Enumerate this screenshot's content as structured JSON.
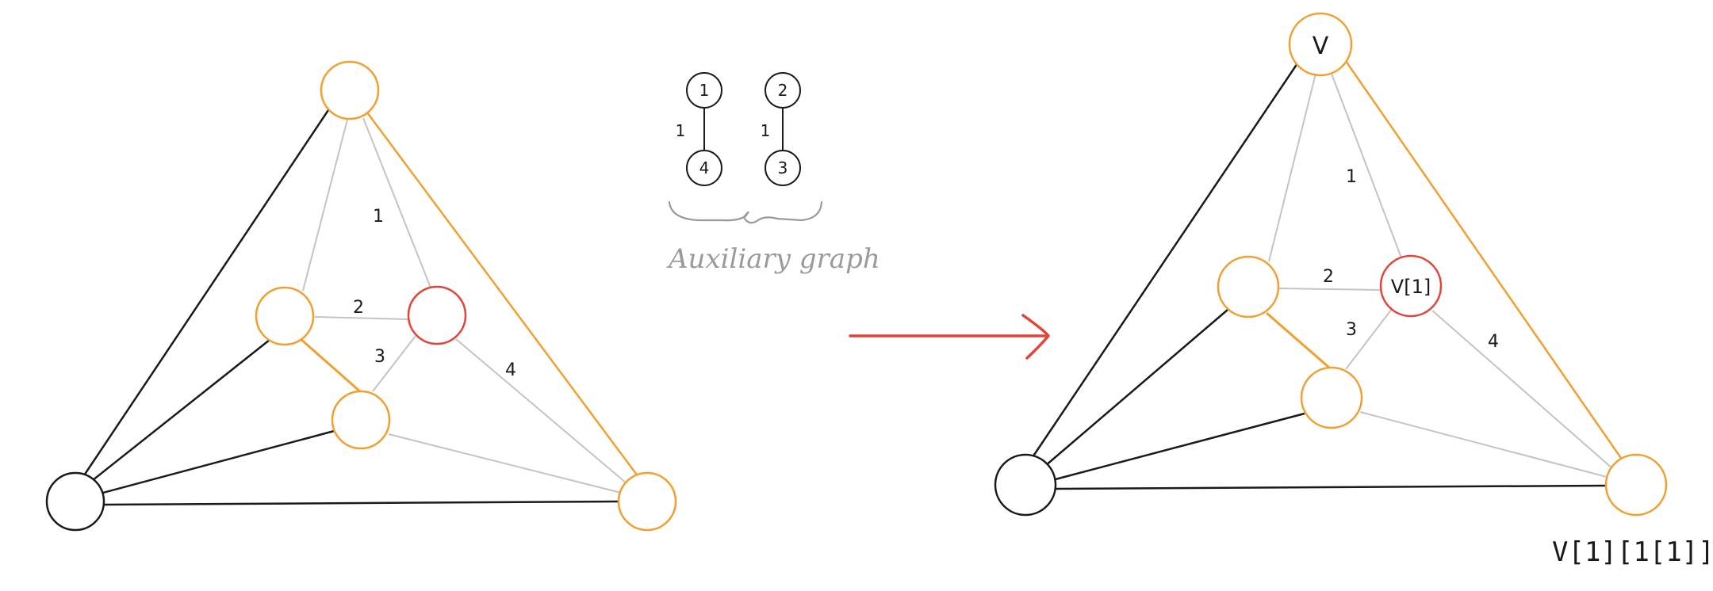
{
  "colors": {
    "black": "#1a1a1a",
    "orange": "#f0a030",
    "red": "#e0453a",
    "gray": "#c4c4c4"
  },
  "left_graph": {
    "edge_labels": [
      "1",
      "2",
      "3",
      "4"
    ]
  },
  "aux_graph": {
    "nodes": [
      "1",
      "4",
      "2",
      "3"
    ],
    "edge_labels": [
      "1",
      "1"
    ],
    "caption": "Auxiliary graph"
  },
  "right_graph": {
    "top_node_label": "V",
    "red_node_label": "V[1]",
    "edge_labels": [
      "1",
      "2",
      "3",
      "4"
    ],
    "corner_label": "V[1][1[1]]"
  }
}
